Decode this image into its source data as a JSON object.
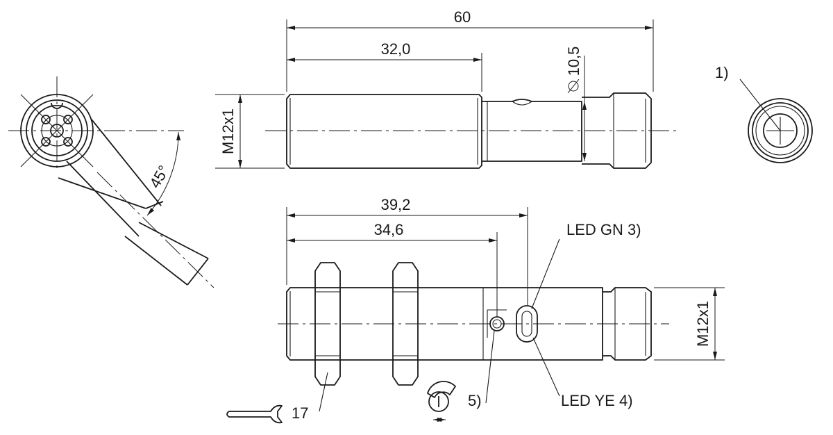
{
  "dimensions": {
    "overall_length": "60",
    "body_length": "32,0",
    "diameter": "10,5",
    "thread_top": "M12x1",
    "thread_bottom": "M12x1",
    "length_to_led": "39,2",
    "length_to_pot": "34,6",
    "angle": "45°",
    "wrench_size": "17"
  },
  "notes": {
    "note_1": "1)",
    "note_3": "LED GN 3)",
    "note_4": "LED YE 4)",
    "note_5": "5)"
  },
  "symbols": {
    "diameter_symbol": "diameter-symbol",
    "wrench": "wrench-icon",
    "potentiometer": "potentiometer-adjust-icon"
  }
}
